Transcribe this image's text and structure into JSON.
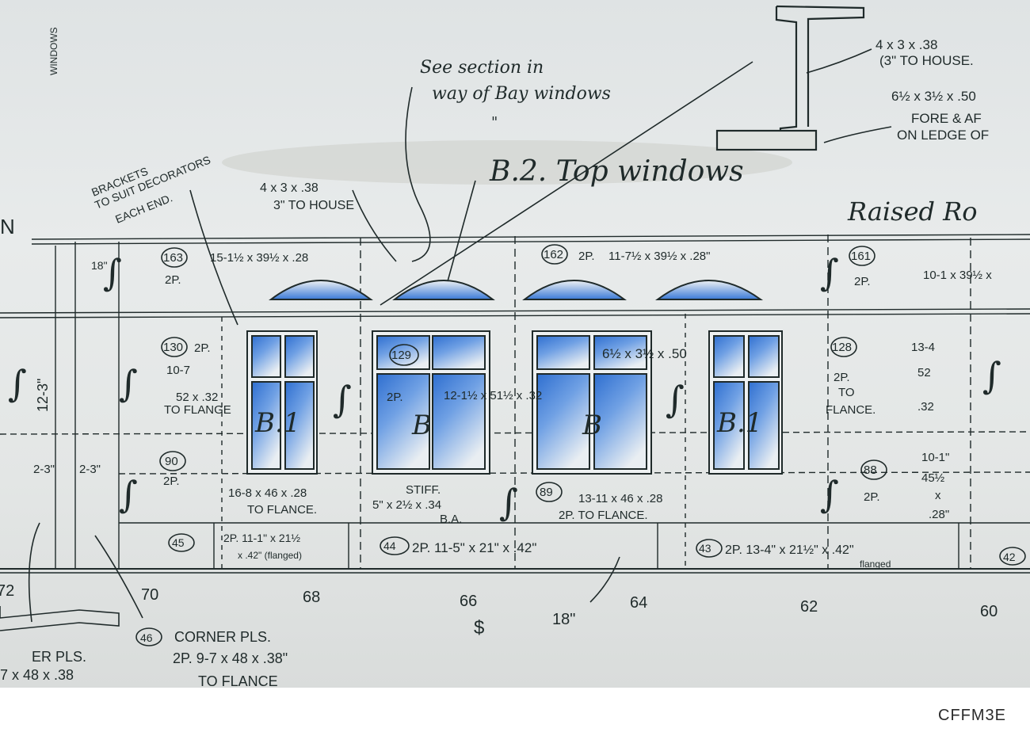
{
  "annotations": {
    "bay_note_1": "See section in",
    "bay_note_2": "way of Bay windows",
    "top_windows": "B.2. Top windows",
    "raised": "Raised Ro",
    "brackets_1": "BRACKETS",
    "brackets_2": "TO SUIT DECORATORS",
    "brackets_3": "EACH END.",
    "windows_side": "WINDOWS",
    "profile_1": "4 x 3 x .38",
    "profile_2": "(3\" TO HOUSE.",
    "profile_3": "6½ x 3½ x .50",
    "profile_4": "FORE & AF",
    "profile_5": "ON LEDGE OF",
    "left_dim_1": "4 x 3 x .38",
    "left_dim_2": "3\" TO HOUSE",
    "ditto": "\"",
    "raised_n": "N"
  },
  "plates_top": [
    {
      "num": "163",
      "p": "2P.",
      "dims": "15-1½ x 39½ x .28"
    },
    {
      "num": "162",
      "p": "2P.",
      "dims": "11-7½ x 39½ x .28\""
    },
    {
      "num": "161",
      "p": "2P.",
      "dims": "10-1 x 39½ x"
    }
  ],
  "plates_mid": [
    {
      "num": "130",
      "p": "2P.",
      "dims_1": "10-7",
      "dims_2": "52 x .32",
      "dims_3": "TO FLANGE"
    },
    {
      "num": "129",
      "p": "2P.",
      "dims_1": "12-1½ x 51½ x .32"
    },
    {
      "num": "128",
      "p": "2P.",
      "dims_1": "13-4",
      "dims_2": "52",
      "dims_3": ".32",
      "to": "TO",
      "flange": "FLANCE."
    }
  ],
  "plates_low": [
    {
      "num": "90",
      "p": "2P.",
      "dims_1": "16-8 x 46 x .28",
      "dims_2": "TO FLANCE.",
      "stiff": "STIFF.",
      "stiff_dims": "5\" x 2½ x .34",
      "ba": "B.A."
    },
    {
      "num": "89",
      "p": "2P. TO FLANCE.",
      "dims_1": "13-11 x 46 x .28"
    },
    {
      "num": "88",
      "p": "2P.",
      "dims_1": "10-1\"",
      "dims_2": "45½",
      "dims_3": "x",
      "dims_4": ".28\""
    }
  ],
  "plates_bottom": [
    {
      "num": "45",
      "dims": "2P. 11-1\" x 21½",
      "dims_2": "x .42\" (flanged)"
    },
    {
      "num": "44",
      "dims": "2P. 11-5\" x 21\" x .42\""
    },
    {
      "num": "43",
      "dims": "2P. 13-4\" x 21½\" x .42\"",
      "dims_2": "flanged"
    },
    {
      "num": "42",
      "dims": ""
    }
  ],
  "window_labels": [
    "B.1",
    "B",
    "B",
    "B.1"
  ],
  "window_note": "6½ x 3½ x .50",
  "height_marks": {
    "m1": "2-3\"",
    "m2": "2-3\"",
    "m3": "12-3\"",
    "m4": "18\"",
    "m5": "18\""
  },
  "frames": [
    "72",
    "70",
    "68",
    "66",
    "64",
    "62",
    "60"
  ],
  "frame_mark": "$",
  "corner": {
    "num": "46",
    "title": "CORNER PLS.",
    "dims": "2P. 9-7 x 48 x .38\"",
    "tail": "TO FLANCE",
    "left_1": "ER PLS.",
    "left_2": "7 x 48 x .38"
  },
  "watermark": "CFFM3E",
  "colors": {
    "ink": "#1f2a2a",
    "blue": "#2f6fd0",
    "paper": "#e3e6e5"
  }
}
